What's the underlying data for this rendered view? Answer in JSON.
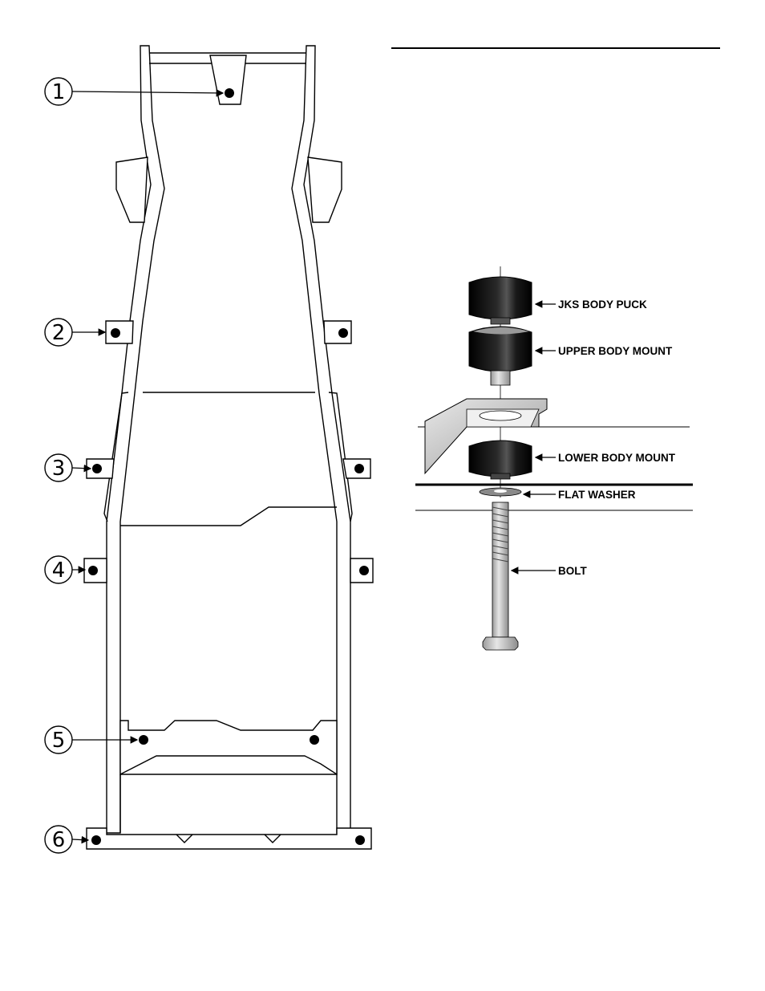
{
  "frame_diagram": {
    "callouts": [
      {
        "number": "1"
      },
      {
        "number": "2"
      },
      {
        "number": "3"
      },
      {
        "number": "4"
      },
      {
        "number": "5"
      },
      {
        "number": "6"
      }
    ]
  },
  "body_mount_diagram": {
    "labels": {
      "jks_body_puck": "JKS BODY PUCK",
      "upper_body_mount": "UPPER BODY MOUNT",
      "lower_body_mount": "LOWER BODY MOUNT",
      "flat_washer": "FLAT WASHER",
      "bolt": "BOLT"
    }
  },
  "colors": {
    "line": "#000000",
    "puck_black": "#111111",
    "metal_light": "#d8d8d8",
    "metal_mid": "#a0a0a0",
    "bracket_shade": "#bdbdbd"
  }
}
